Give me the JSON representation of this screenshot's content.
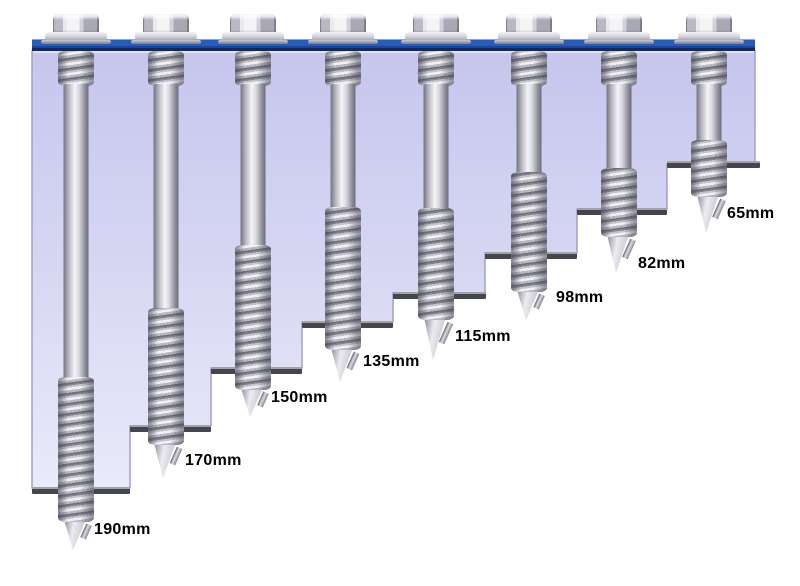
{
  "screws": [
    {
      "label": "190mm",
      "length_mm": 190
    },
    {
      "label": "170mm",
      "length_mm": 170
    },
    {
      "label": "150mm",
      "length_mm": 150
    },
    {
      "label": "135mm",
      "length_mm": 135
    },
    {
      "label": "115mm",
      "length_mm": 115
    },
    {
      "label": "98mm",
      "length_mm": 98
    },
    {
      "label": "82mm",
      "length_mm": 82
    },
    {
      "label": "65mm",
      "length_mm": 65
    }
  ],
  "colors": {
    "sheet_blue": "#2b5cb4",
    "sheet_blue_dark_edge": "#0d2a64",
    "insulation_top": "#c6c6ee",
    "insulation_bottom": "#eaeafa",
    "insulation_border": "#9f9fca",
    "batten_gray": "#45454d",
    "screw_silver": "#d2d2da",
    "label_text": "#000000",
    "background": "#ffffff"
  }
}
